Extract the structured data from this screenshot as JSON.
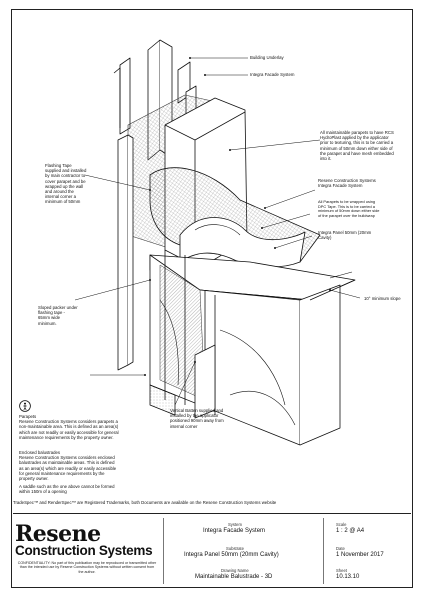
{
  "callouts": {
    "building_underlay": "Building Underlay",
    "integra_facade_top": "Integra Facade System",
    "maintainable_parapets": "All maintainable parapets to have RCS HydroPlast applied by the applicator prior to texturing, this is to be carried a minimum of 50mm down either side of the parapet and have mesh embedded into it.",
    "flashing_tape": "Flashing Tape supplied and installed by main contractor to cover parapet and be wrapped up the wall and around the internal corner a minimum of 50mm",
    "resene_integra_right": "Resene Construction Systems Integra Facade System",
    "dpc_tape": "All Parapets to be wrapped using DPC Tape. This is to be carried a minimum of 50mm down either side of the parapet over the buildwrap",
    "integra_panel": "Integra Panel 50mm (20mm Cavity)",
    "slope": "10° minimum slope",
    "sloped_packer": "Sloped packer under flashing tape - 65mm wide minimum.",
    "vertical_batten": "Vertical Batten supplied and installed by the applicator positioned 90mm away from internal corner"
  },
  "notes": {
    "parapets_heading": "Parapets",
    "parapets_text": "Resene Construction Systems considers parapets a non-maintainable area. This is defined as an area(s) which are not readily or easily accessible for general maintenance requirements by the property owner.",
    "balustrades_heading": "Enclosed balustrades",
    "balustrades_text": "Resene Construction Systems considers enclosed balustrades as maintainable areas. This is defined as an area(s) which are readily or easily accessible for general maintenance requirements by the property owner.",
    "saddle_text": "A saddle such as the one above cannot be formed within 150m of a opening"
  },
  "footer": {
    "trademark": "TradeSpec™ and RenderSpec™ are Registered Trademarks, both Documents are available on the Resene Construction Systems website"
  },
  "title_block": {
    "logo_top": "Resene",
    "logo_bottom": "Construction Systems",
    "confidential": "CONFIDENTIALITY: No part of this publication may be reproduced or transmitted other than the intended use by Resene Construction Systems without written consent from the author.",
    "system_label": "System",
    "system_value": "Integra Facade System",
    "substrate_label": "Substrate",
    "substrate_value": "Integra Panel 50mm (20mm Cavity)",
    "drawing_name_label": "Drawing Name",
    "drawing_name_value": "Maintainable Balustrade - 3D",
    "scale_label": "Scale",
    "scale_value": "1 : 2 @ A4",
    "date_label": "Date",
    "date_value": "1 November 2017",
    "sheet_label": "Sheet",
    "sheet_value": "10.13.10"
  },
  "colors": {
    "line": "#111111",
    "hatch": "#555555",
    "mesh": "#9a9a9a"
  }
}
